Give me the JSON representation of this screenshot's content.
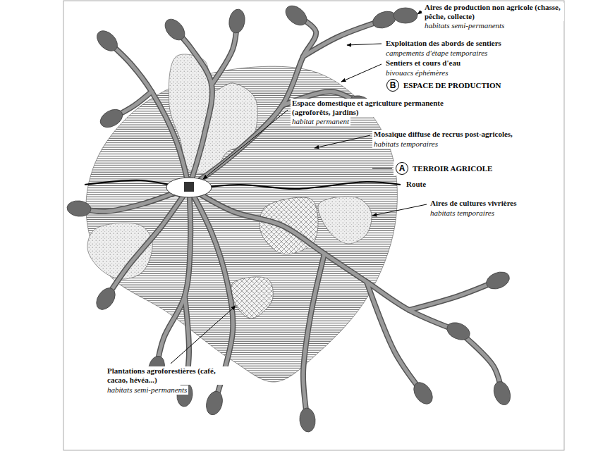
{
  "diagram": {
    "nodes": [
      {
        "text": [
          "B",
          "ESPACE DE PRODUCTION"
        ]
      },
      {
        "text": [
          "A",
          "TERROIR AGRICOLE"
        ]
      }
    ],
    "labels": [
      "Aires de production non agricole (chasse, pêche, collecte)",
      "habitats semi-permanents",
      "Exploitation des abords de sentiers",
      "campements d'étape temporaires",
      "Sentiers et cours d'eau",
      "bivouacs éphémères",
      "Espace domestique et agriculture permanente (agroforêts, jardins)",
      "habitat permanent",
      "Mosaïque diffuse de recrus post-agricoles,",
      "habitats temporaires",
      "Route",
      "Aires de cultures vivrières",
      "habitats temporaires",
      "Plantations agroforestières (café, cacao, hévéa...)",
      "habitats semi-permanents"
    ]
  }
}
